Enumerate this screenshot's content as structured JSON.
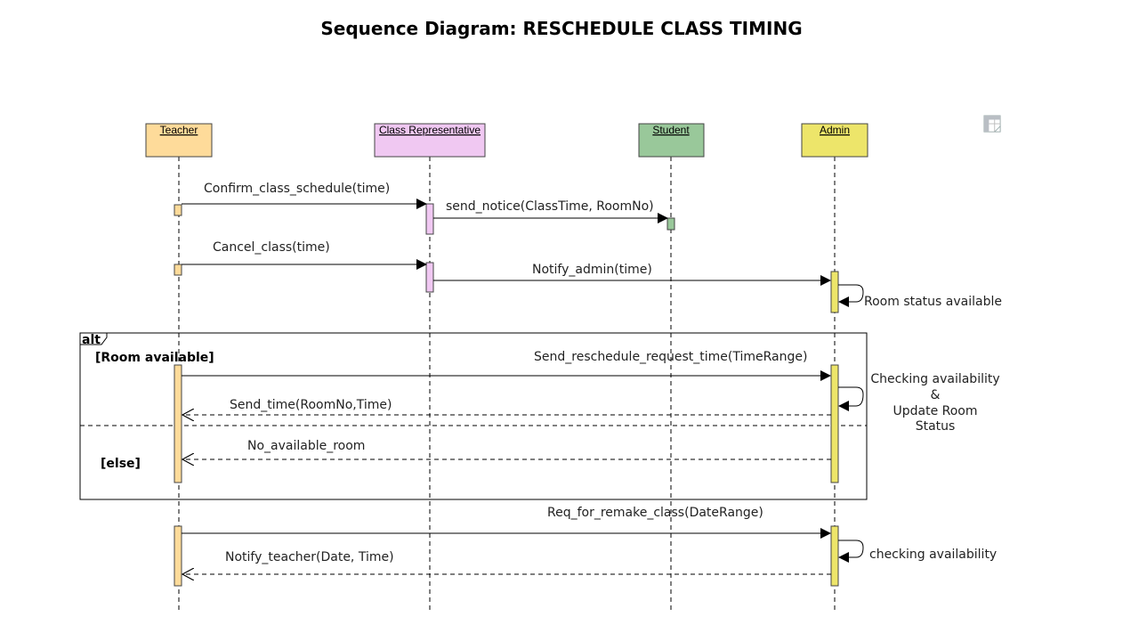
{
  "title": "Sequence Diagram: RESCHEDULE CLASS TIMING",
  "colors": {
    "teacher": "#fedb9a",
    "class_representative": "#f0c8f2",
    "student": "#99c89a",
    "admin": "#ede56a",
    "line": "#000000"
  },
  "participants": [
    {
      "id": "teacher",
      "label": "Teacher"
    },
    {
      "id": "class_representative",
      "label": "Class Representative"
    },
    {
      "id": "student",
      "label": "Student"
    },
    {
      "id": "admin",
      "label": "Admin"
    }
  ],
  "messages": [
    {
      "label": "Confirm_class_schedule(time)",
      "from": "teacher",
      "to": "class_representative",
      "kind": "sync"
    },
    {
      "label": "send_notice(ClassTime, RoomNo)",
      "from": "class_representative",
      "to": "student",
      "kind": "sync"
    },
    {
      "label": "Cancel_class(time)",
      "from": "teacher",
      "to": "class_representative",
      "kind": "sync"
    },
    {
      "label": "Notify_admin(time)",
      "from": "class_representative",
      "to": "admin",
      "kind": "sync"
    },
    {
      "label": "Room status available",
      "from": "admin",
      "to": "admin",
      "kind": "self"
    },
    {
      "label": "Send_reschedule_request_time(TimeRange)",
      "from": "teacher",
      "to": "admin",
      "kind": "sync"
    },
    {
      "label": "Send_time(RoomNo,Time)",
      "from": "admin",
      "to": "teacher",
      "kind": "return"
    },
    {
      "label": "No_available_room",
      "from": "admin",
      "to": "teacher",
      "kind": "return"
    },
    {
      "label": "Req_for_remake_class(DateRange)",
      "from": "teacher",
      "to": "admin",
      "kind": "sync"
    },
    {
      "label": "Notify_teacher(Date, Time)",
      "from": "admin",
      "to": "teacher",
      "kind": "return"
    },
    {
      "label": "checking availability",
      "from": "admin",
      "to": "admin",
      "kind": "self"
    }
  ],
  "self_note": {
    "line1": "Checking availability",
    "line2": "&",
    "line3": "Update Room",
    "line4": "Status"
  },
  "fragment": {
    "operator": "alt",
    "guard_if": "[Room available]",
    "guard_else": "[else]"
  }
}
